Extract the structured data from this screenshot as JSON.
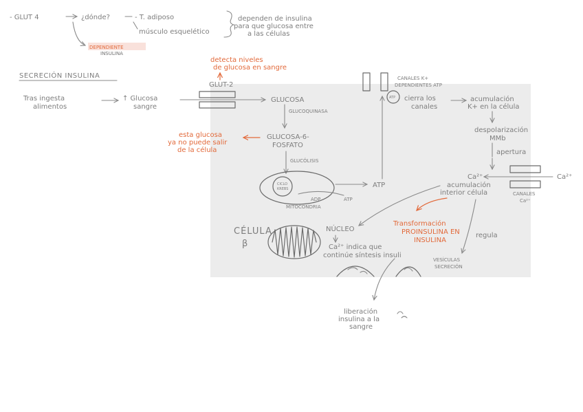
{
  "colors": {
    "ink": "#8a8a8a",
    "accent": "#e2693a",
    "cell": "#ececec",
    "highlight": "#f4c9bd"
  },
  "glut4": {
    "line1": "- GLUT 4",
    "donde": "¿dónde?",
    "adiposo": "- T. adiposo",
    "musculo": "músculo esquelético",
    "depend1": "dependen de insulina",
    "depend2": "para que glucosa entre",
    "depend3": "a las células",
    "dep_tag1": "DEPENDIENTE",
    "dep_tag2": "INSULINA"
  },
  "heading": "SECRECIÓN INSULINA",
  "intake": {
    "line1": "Tras ingesta",
    "line2": "alimentos"
  },
  "blood": {
    "line1": "↑ Glucosa",
    "line2": "sangre"
  },
  "sensor": {
    "line1": "detecta niveles",
    "line2": "de glucosa en sangre"
  },
  "glut2": "GLUT-2",
  "glucosa": "GLUCOSA",
  "glucoquinasa": "GLUCOQUINASA",
  "g6p": {
    "line1": "GLUCOSA-6-",
    "line2": "FOSFATO"
  },
  "trapped": {
    "line1": "esta glucosa",
    "line2": "ya no puede salir",
    "line3": "de la célula"
  },
  "glucolisis": "GLUCÓLISIS",
  "ciclo": {
    "line1": "CICLO",
    "line2": "KREBS"
  },
  "adp": "ADP",
  "atp_small": "ATP",
  "mito": "MITOCONDRIA",
  "atp": "ATP",
  "katp": {
    "line1": "CANALES K+",
    "line2": "DEPENDIENTES ATP"
  },
  "atp_tag": "ATP",
  "cierra": {
    "line1": "cierra los",
    "line2": "canales"
  },
  "kacum": {
    "line1": "acumulación",
    "line2": "K+ en la célula"
  },
  "despol": {
    "line1": "despolarización",
    "line2": "MMb"
  },
  "apertura": "apertura",
  "ca_in": "Ca²⁺",
  "ca_out": "Ca²⁺",
  "ca_channels": {
    "line1": "CANALES",
    "line2": "Ca²⁺"
  },
  "ca_acum": {
    "line1": "acumulación",
    "line2": "interior célula"
  },
  "transform": {
    "line1": "Transformación",
    "line2": "PROINSULINA EN",
    "line3": "INSULINA"
  },
  "regula": "regula",
  "vesiculas": {
    "line1": "VESÍCULAS",
    "line2": "SECRECIÓN"
  },
  "nucleo": "NÚCLEO",
  "ca_nucleo": {
    "line1": "Ca²⁺ indica que",
    "line2": "continúe síntesis insuli"
  },
  "celula": {
    "line1": "CÉLULA",
    "line2": "β"
  },
  "liberacion": {
    "line1": "liberación",
    "line2": "insulina a la",
    "line3": "sangre"
  }
}
